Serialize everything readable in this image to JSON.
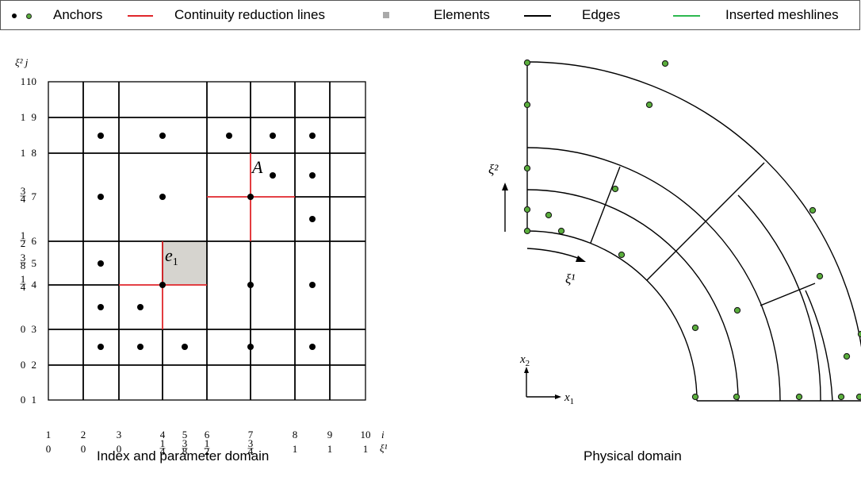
{
  "legend": {
    "anchors": "Anchors",
    "continuity": "Continuity reduction lines",
    "elements": "Elements",
    "edges": "Edges",
    "inserted": "Inserted meshlines",
    "colors": {
      "anchor_black": "#000000",
      "anchor_green": "#5aae3c",
      "red": "#e0262b",
      "green_line": "#2db84f",
      "element_fill": "#d6d4cf"
    }
  },
  "index_domain": {
    "axis_label_v": "ξ² j",
    "axis_label_u_i": "i",
    "axis_label_u_xi": "ξ¹",
    "i_labels": [
      "1",
      "2",
      "3",
      "4",
      "5",
      "6",
      "7",
      "8",
      "9",
      "10"
    ],
    "xi1_labels": [
      "0",
      "0",
      "0",
      "1/4",
      "3/8",
      "1/2",
      "3/4",
      "1",
      "1",
      "1"
    ],
    "j_labels": [
      "1",
      "2",
      "3",
      "4",
      "5",
      "6",
      "7",
      "8",
      "9",
      "10"
    ],
    "xi2_labels": [
      "0",
      "0",
      "0",
      "1/4",
      "3/8",
      "1/2",
      "3/4",
      "1",
      "1",
      "1"
    ],
    "label_A": "A",
    "label_e1": "e",
    "label_e1_sub": "1"
  },
  "physical_domain": {
    "xi1": "ξ¹",
    "xi2": "ξ²",
    "x1": "x",
    "x1_sub": "1",
    "x2": "x",
    "x2_sub": "2"
  },
  "captions": {
    "left": "Index and parameter domain",
    "right": "Physical domain"
  }
}
